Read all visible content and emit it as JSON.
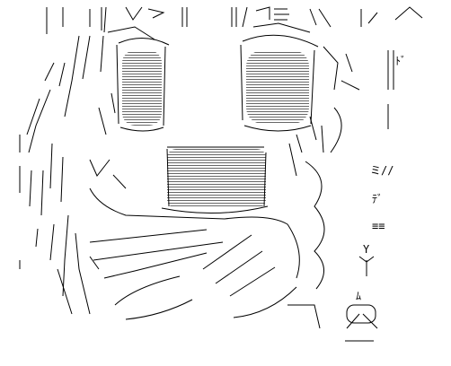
{
  "canvas": {
    "background": "#ffffff",
    "ink": "#000000"
  },
  "art": {
    "kind": "ascii-art",
    "subject": "shocked face with wide open eyes and open mouth, hands raised to face",
    "side_text": {
      "exclamation_top": "ﾄﾞ",
      "mark_mid": "ミ//",
      "mark_lower": "ﾃﾞ",
      "mark_lower2": "≡≡",
      "mark_y": "Y",
      "mark_bottom": "ﾑ"
    }
  }
}
